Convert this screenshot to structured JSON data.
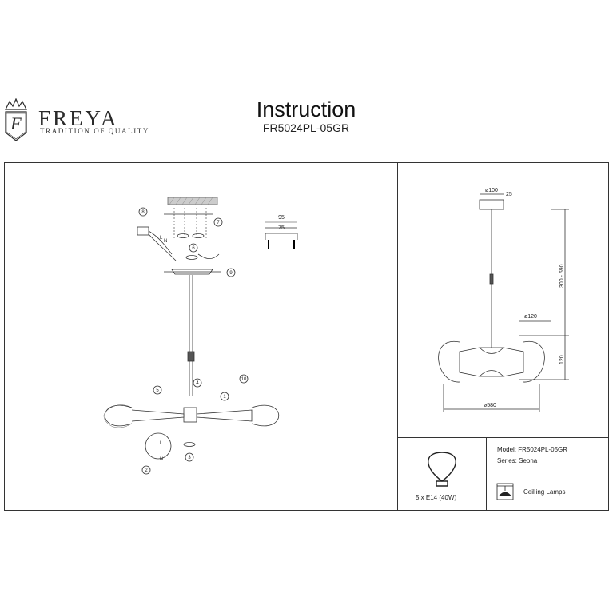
{
  "header": {
    "brand_name": "FREYA",
    "brand_tagline": "TRADITION OF QUALITY",
    "brand_monogram": "F",
    "title": "Instruction",
    "model_code": "FR5024PL-05GR"
  },
  "assembly": {
    "steps": [
      "1",
      "2",
      "3",
      "4",
      "5",
      "6",
      "7",
      "8",
      "9",
      "10"
    ],
    "wire_labels": [
      "L",
      "N"
    ],
    "bracket_dims": [
      "95",
      "75"
    ]
  },
  "dimensions": {
    "canopy_diameter": "ø100",
    "canopy_height": "25",
    "drop_range": "300 - 590",
    "body_diameter": "ø120",
    "body_height": "120",
    "total_width": "ø580"
  },
  "specs": {
    "bulb": "5 x E14 (40W)",
    "model_line": "Model: FR5024PL-05GR",
    "series_line": "Series: Seona",
    "category": "Ceilling Lamps"
  }
}
